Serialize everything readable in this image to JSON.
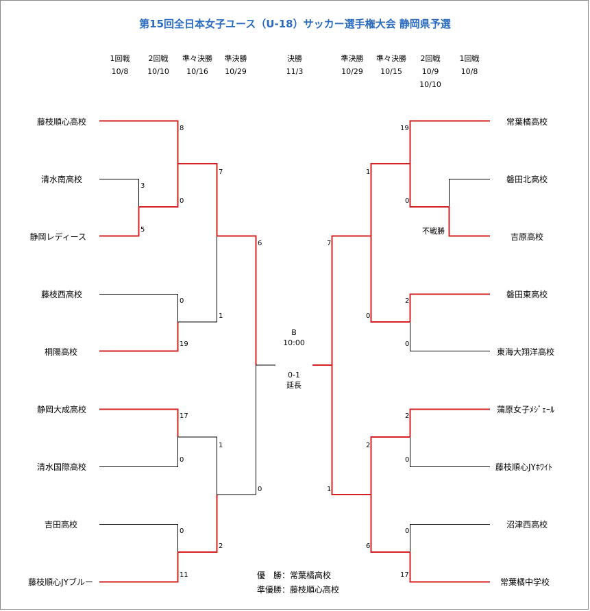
{
  "title": "第15回全日本女子ユース（U-18）サッカー選手権大会 静岡県予選",
  "rounds_left": [
    {
      "name": "1回戦",
      "date": "10/8"
    },
    {
      "name": "2回戦",
      "date": "10/10"
    },
    {
      "name": "準々決勝",
      "date": "10/16"
    },
    {
      "name": "準決勝",
      "date": "10/29"
    }
  ],
  "final_round": {
    "name": "決勝",
    "date": "11/3"
  },
  "rounds_right": [
    {
      "name": "準決勝",
      "date": "10/29"
    },
    {
      "name": "準々決勝",
      "date": "10/15"
    },
    {
      "name": "2回戦",
      "date": "10/9",
      "date2": "10/10"
    },
    {
      "name": "1回戦",
      "date": "10/8"
    }
  ],
  "teams_left": [
    "藤枝順心高校",
    "清水南高校",
    "静岡レディース",
    "藤枝西高校",
    "桐陽高校",
    "静岡大成高校",
    "清水国際高校",
    "吉田高校",
    "藤枝順心JYブルー"
  ],
  "teams_right": [
    "常葉橘高校",
    "磐田北高校",
    "吉原高校",
    "磐田東高校",
    "東海大翔洋高校",
    "蒲原女子ﾒｼﾞｪｰﾙ",
    "藤枝順心JYﾎﾜｲﾄ",
    "沼津西高校",
    "常葉橘中学校"
  ],
  "scores_left": [
    "8",
    "3",
    "0",
    "5",
    "7",
    "0",
    "19",
    "1",
    "6",
    "17",
    "0",
    "1",
    "0",
    "0",
    "11",
    "2"
  ],
  "scores_right": [
    "19",
    "1",
    "0",
    "不戦勝",
    "7",
    "2",
    "0",
    "0",
    "2",
    "0",
    "2",
    "1",
    "0",
    "17",
    "6"
  ],
  "final": {
    "venue": "B",
    "time": "10:00",
    "score": "0-1",
    "note": "延長"
  },
  "results": {
    "winner": "優　勝：常葉橘高校",
    "runner_up": "準優勝：藤枝順心高校"
  },
  "colors": {
    "win_line": "#d42020",
    "line": "#000000",
    "title": "#2a6bc2"
  }
}
